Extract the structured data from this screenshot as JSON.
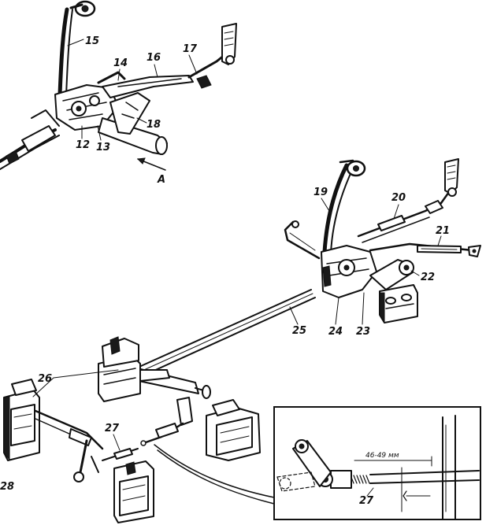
{
  "labels": {
    "l12": "12",
    "l13": "13",
    "l14": "14",
    "l15": "15",
    "l16": "16",
    "l17": "17",
    "l18": "18",
    "l19": "19",
    "l20": "20",
    "l21": "21",
    "l22": "22",
    "l23": "23",
    "l24": "24",
    "l25": "25",
    "l26": "26",
    "l27": "27",
    "l28": "28",
    "lA": "A"
  },
  "inset": {
    "dimension": "46-49 мм",
    "label27": "27"
  }
}
